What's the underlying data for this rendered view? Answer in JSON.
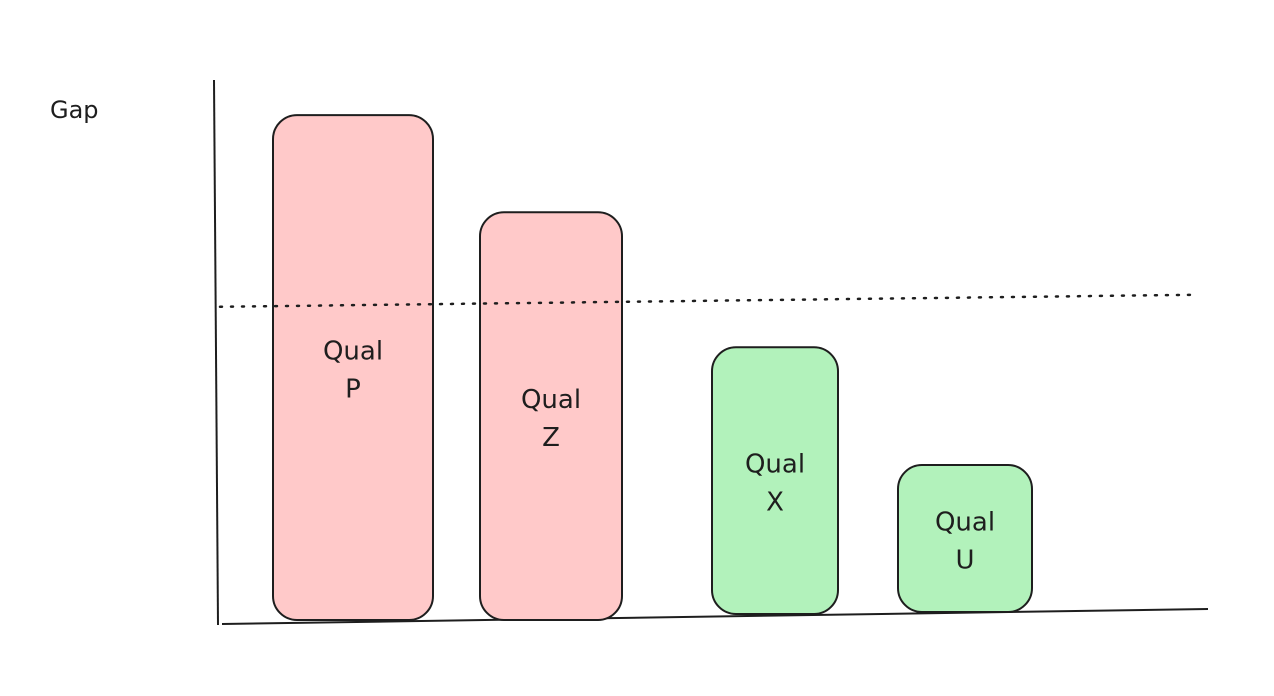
{
  "chart_data": {
    "type": "bar",
    "title": "",
    "xlabel": "",
    "ylabel": "Gap",
    "ylim": [
      0,
      100
    ],
    "grid": false,
    "categories": [
      "Qual P",
      "Qual Z",
      "Qual X",
      "Qual U"
    ],
    "label_lines": [
      [
        "Qual",
        "P"
      ],
      [
        "Qual",
        "Z"
      ],
      [
        "Qual",
        "X"
      ],
      [
        "Qual",
        "U"
      ]
    ],
    "values": [
      93.5,
      75.5,
      50.5,
      28.7
    ],
    "colors": [
      "#ffc9c9",
      "#ffc9c9",
      "#b2f2bb",
      "#b2f2bb"
    ],
    "threshold": {
      "value": 58,
      "style": "dotted"
    },
    "stroke_color": "#1e1e1e"
  }
}
